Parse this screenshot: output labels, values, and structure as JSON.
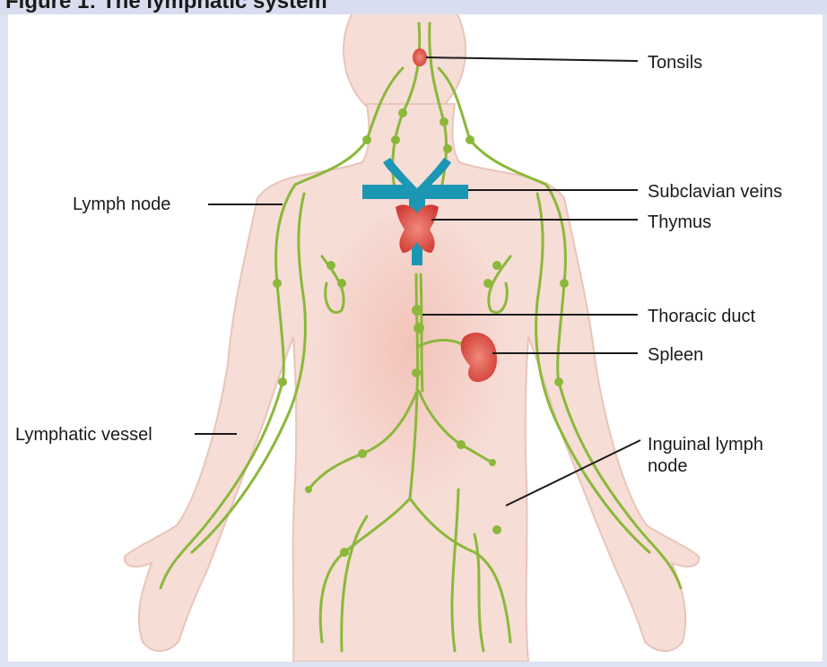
{
  "title": "Figure 1: The lymphatic system",
  "labels": {
    "tonsils": "Tonsils",
    "subclavian_veins": "Subclavian veins",
    "thymus": "Thymus",
    "thoracic_duct": "Thoracic duct",
    "spleen": "Spleen",
    "inguinal_line1": "Inguinal lymph",
    "inguinal_line2": "node",
    "lymph_node": "Lymph node",
    "lymphatic_vessel": "Lymphatic vessel"
  },
  "colors": {
    "background": "#dde3f3",
    "skin": "#f6ddd6",
    "skin_outline": "#e9c4ba",
    "lymph_green": "#8bb83a",
    "vein_blue": "#1c97b3",
    "organ_red": "#d9473d",
    "leader_line": "#1b1b1b"
  }
}
